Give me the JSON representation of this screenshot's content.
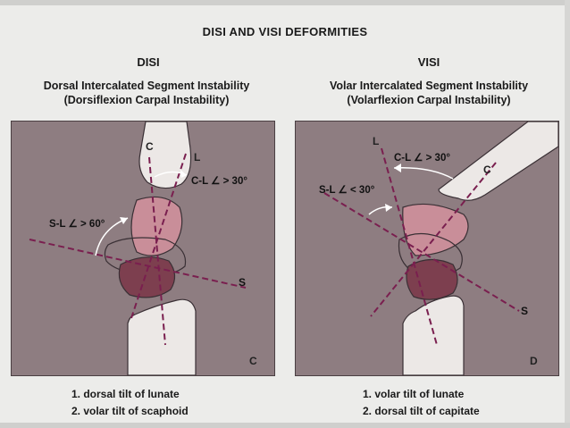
{
  "title": "DISI AND VISI DEFORMITIES",
  "disi": {
    "heading": "DISI",
    "line1": "Dorsal Intercalated Segment Instability",
    "line2": "(Dorsiflexion Carpal Instability)",
    "labels": {
      "c": "C",
      "l": "L",
      "s": "S",
      "cl_angle": "C-L ∠ > 30°",
      "sl_angle": "S-L ∠ > 60°",
      "panel_letter": "C"
    },
    "notes": [
      "1. dorsal tilt of lunate",
      "2. volar tilt of scaphoid"
    ]
  },
  "visi": {
    "heading": "VISI",
    "line1": "Volar Intercalated Segment Instability",
    "line2": "(Volarflexion Carpal Instability)",
    "labels": {
      "c": "C",
      "l": "L",
      "s": "S",
      "cl_angle": "C-L ∠ > 30°",
      "sl_angle": "S-L ∠ < 30°",
      "panel_letter": "D"
    },
    "notes": [
      "1. volar tilt of lunate",
      "2. dorsal tilt of capitate"
    ]
  },
  "colors": {
    "panel_bg": "#8e7d81",
    "bone_light": "#ece8e6",
    "lunate": "#c98e99",
    "scaphoid": "#7d3f4f",
    "axis_line": "#7a1f4f"
  }
}
